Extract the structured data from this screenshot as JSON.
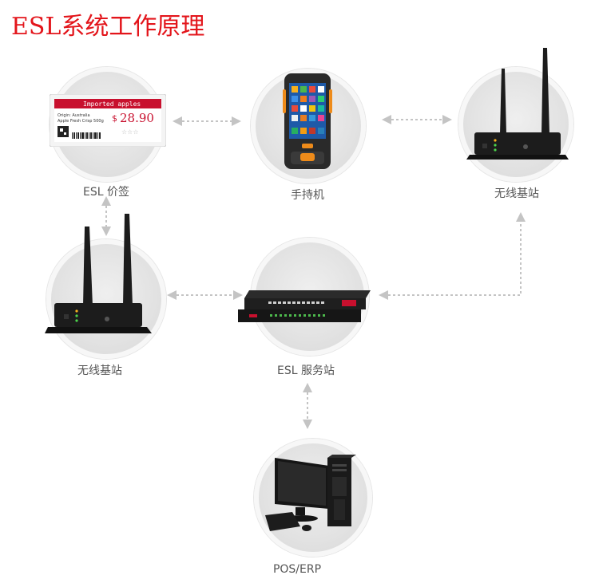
{
  "title": "ESL系统工作原理",
  "nodes": {
    "esl_tag": {
      "label": "ESL 价签",
      "tag_header": "Imported apples",
      "tag_price": "28.90",
      "tag_currency": "$",
      "tag_line1": "Origin: Australia",
      "tag_line2": "Apple Fresh Crisp 500g"
    },
    "handheld": {
      "label": "手持机"
    },
    "base_station_right": {
      "label": "无线基站"
    },
    "base_station_left": {
      "label": "无线基站"
    },
    "esl_server": {
      "label": "ESL 服务站"
    },
    "pos_erp": {
      "label": "POS/ERP"
    }
  },
  "colors": {
    "title": "#e3151b",
    "arrow": "#c4c4c4",
    "circle_fill": "#e4e4e4",
    "device_dark": "#1c1c1c"
  }
}
